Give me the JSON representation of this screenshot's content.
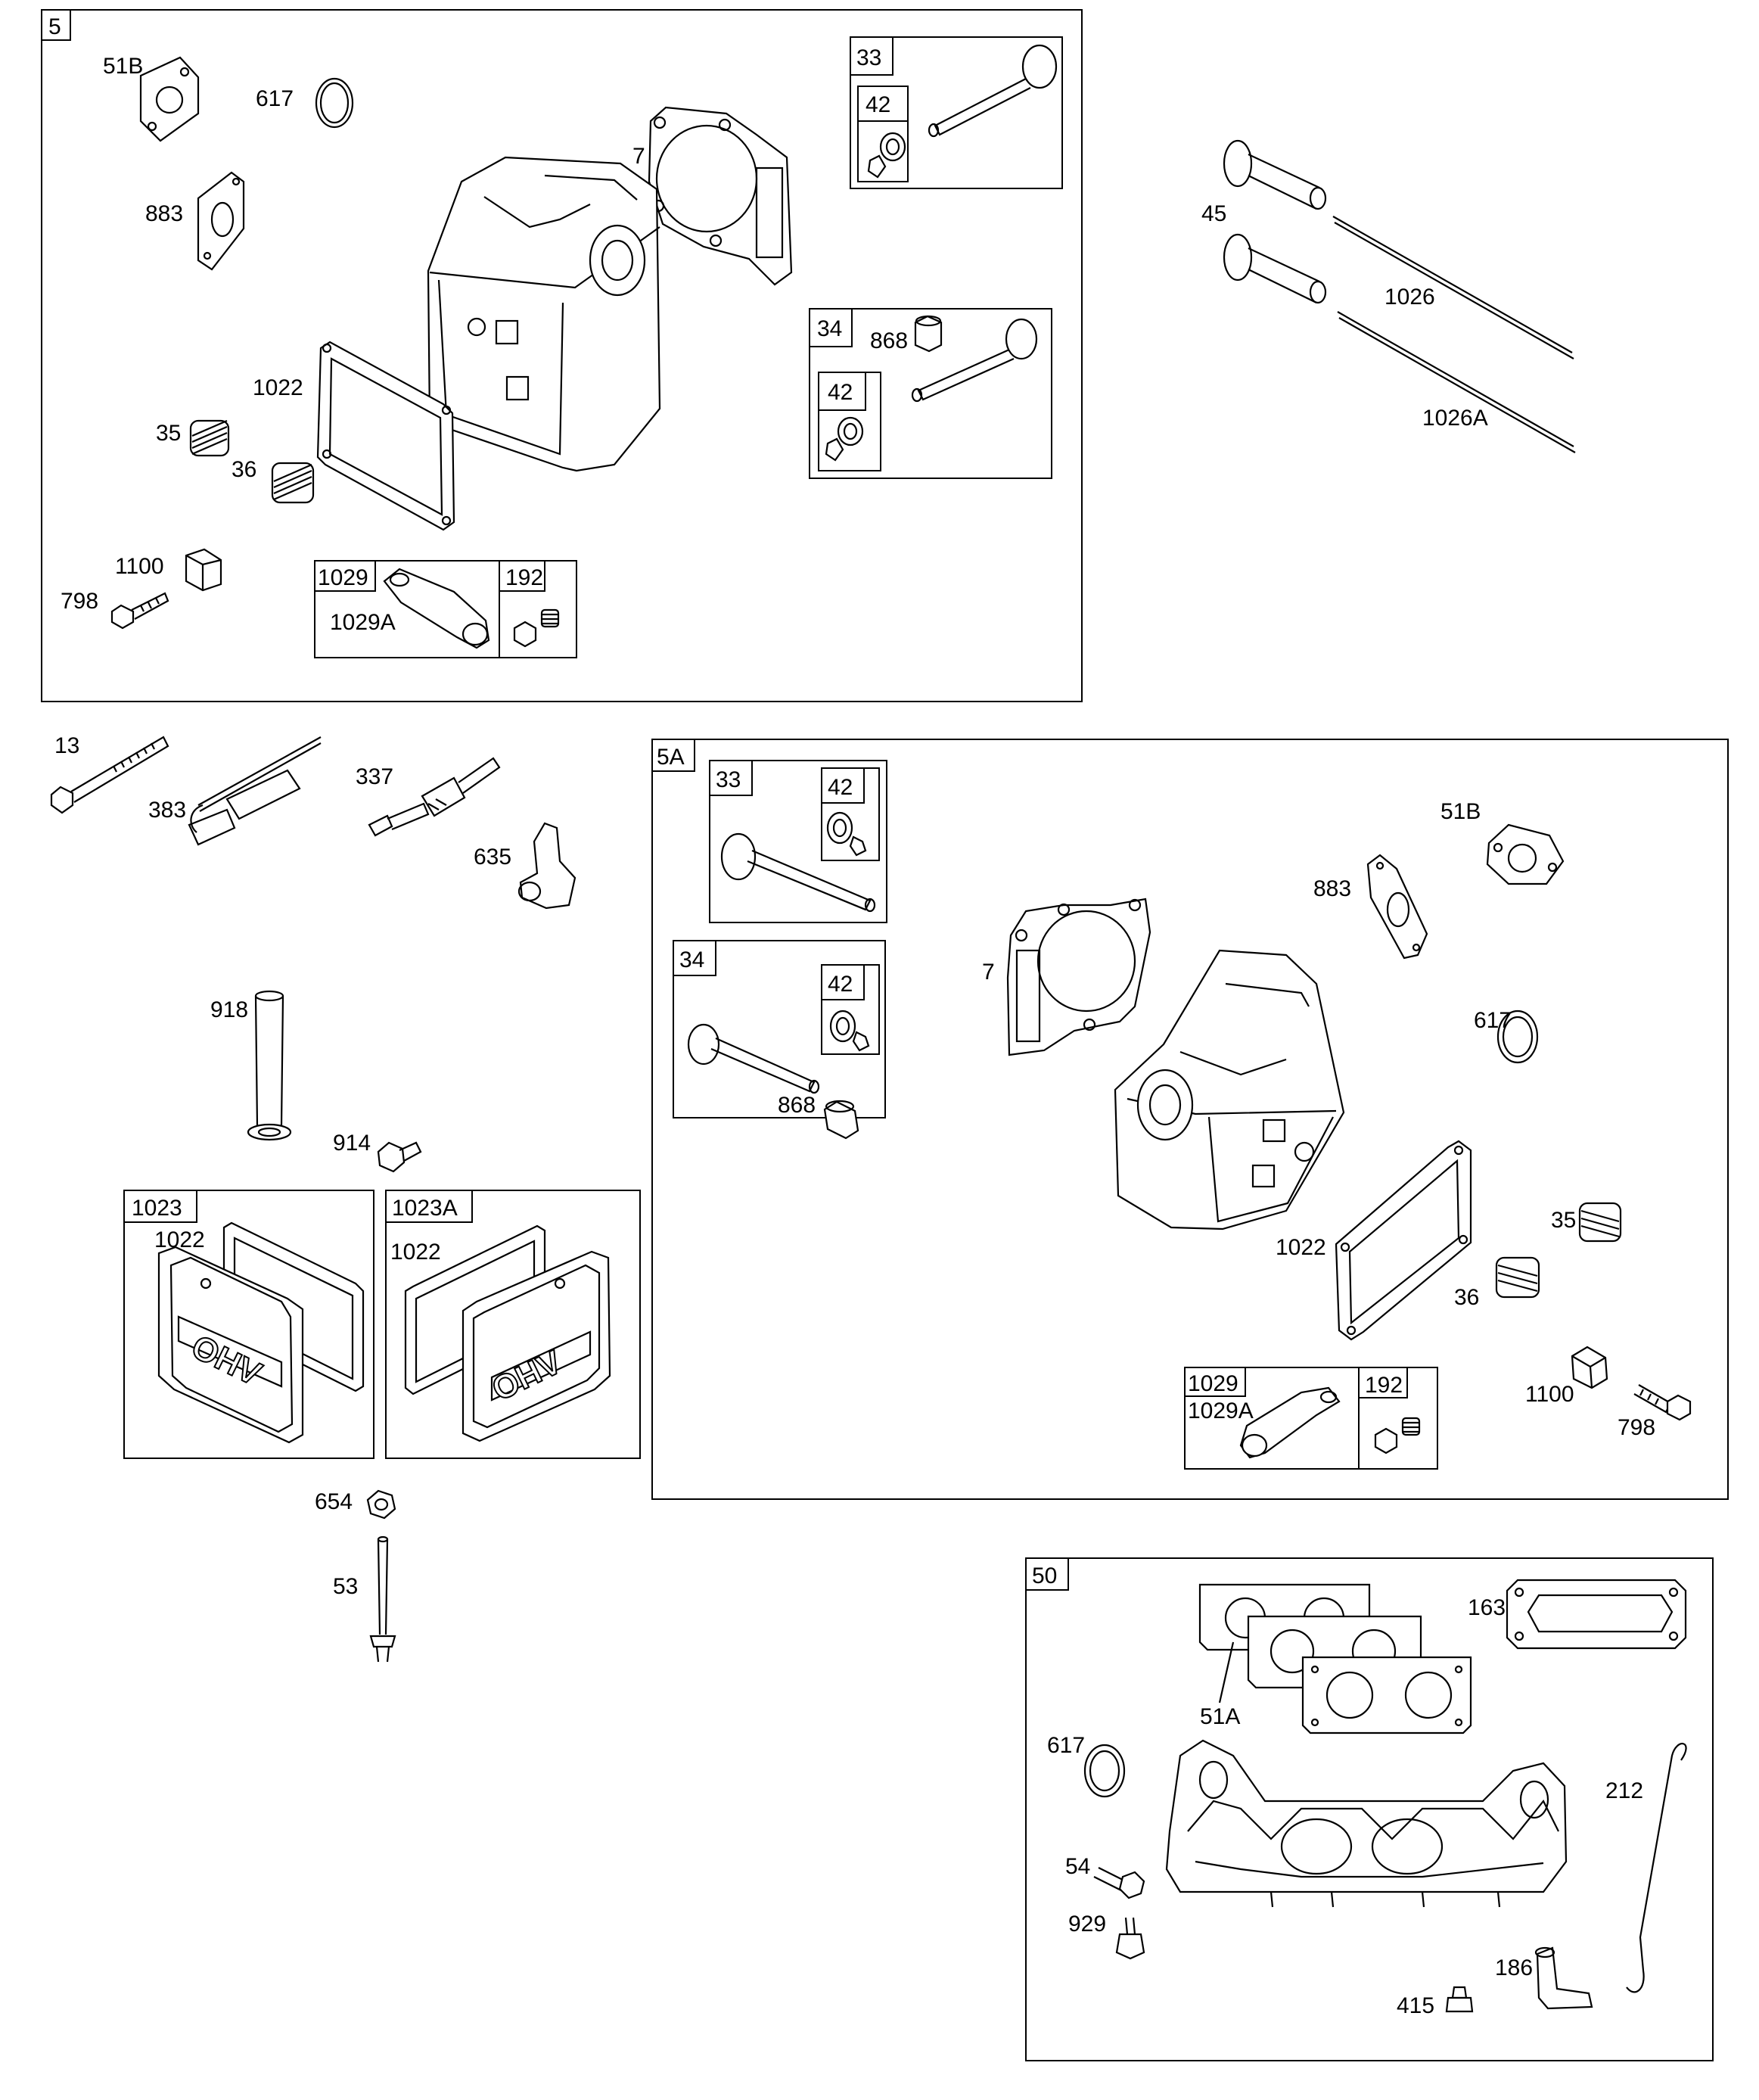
{
  "groups": {
    "g5": "5",
    "g5a": "5A",
    "g50": "50",
    "g1023": "1023",
    "g1023a": "1023A",
    "top_33": "33",
    "top_33_42": "42",
    "top_34": "34",
    "top_34_42": "42",
    "top_1029": "1029",
    "top_192": "192",
    "a_33": "33",
    "a_33_42": "42",
    "a_34": "34",
    "a_34_42": "42",
    "a_1029": "1029",
    "a_192": "192"
  },
  "labels": {
    "t_51b": "51B",
    "t_617": "617",
    "t_883": "883",
    "t_7": "7",
    "t_1022": "1022",
    "t_35": "35",
    "t_36": "36",
    "t_1100": "1100",
    "t_798": "798",
    "t_1029a": "1029A",
    "t_868": "868",
    "r_45": "45",
    "r_1026": "1026",
    "r_1026a": "1026A",
    "l_13": "13",
    "l_383": "383",
    "l_337": "337",
    "l_635": "635",
    "l_918": "918",
    "l_914": "914",
    "l_1022a": "1022",
    "l_1022b": "1022",
    "l_654": "654",
    "l_53": "53",
    "a_868": "868",
    "a_7": "7",
    "a_51b": "51B",
    "a_883": "883",
    "a_617": "617",
    "a_1022": "1022",
    "a_35": "35",
    "a_36": "36",
    "a_1100": "1100",
    "a_798": "798",
    "a_1029a": "1029A",
    "b_163": "163",
    "b_51a": "51A",
    "b_617": "617",
    "b_212": "212",
    "b_54": "54",
    "b_929": "929",
    "b_186": "186",
    "b_415": "415"
  },
  "cover_emblem": "OHV"
}
